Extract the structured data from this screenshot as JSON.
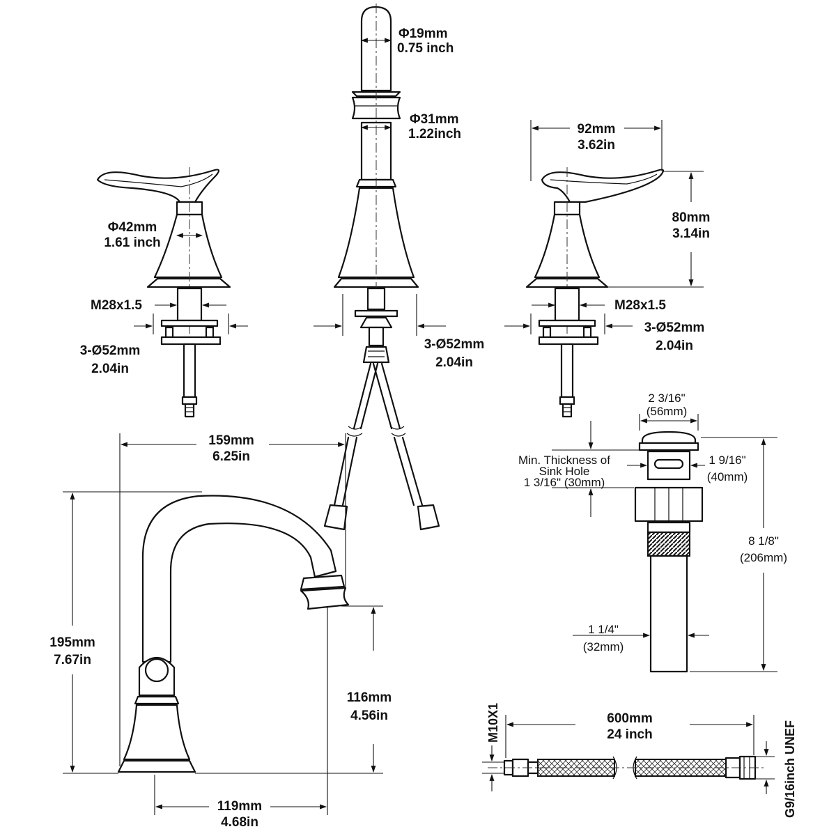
{
  "labels": {
    "spout_tip_diameter_mm": "Φ19mm",
    "spout_tip_diameter_in": "0.75 inch",
    "aerator_diameter_mm": "Φ31mm",
    "aerator_diameter_in": "1.22inch",
    "handle_width_mm": "92mm",
    "handle_width_in": "3.62in",
    "handle_height_mm": "80mm",
    "handle_height_in": "3.14in",
    "handle_base_diameter_mm": "Φ42mm",
    "handle_base_diameter_in": "1.61 inch",
    "left_thread": "M28x1.5",
    "right_thread": "M28x1.5",
    "left_hole_mm": "3-Ø52mm",
    "left_hole_in": "2.04in",
    "center_hole_mm": "3-Ø52mm",
    "center_hole_in": "2.04in",
    "right_hole_mm": "3-Ø52mm",
    "right_hole_in": "2.04in",
    "reach_mm": "159mm",
    "reach_in": "6.25in",
    "total_height_mm": "195mm",
    "total_height_in": "7.67in",
    "spout_height_mm": "116mm",
    "spout_height_in": "4.56in",
    "spout_reach_mm": "119mm",
    "spout_reach_in": "4.68in",
    "drain_cap_in": "2 3/16\"",
    "drain_cap_mm": "(56mm)",
    "sink_thickness_line1": "Min. Thickness of",
    "sink_thickness_line2": "Sink Hole",
    "sink_thickness_line3": "1 3/16\" (30mm)",
    "drain_body_in": "1 9/16\"",
    "drain_body_mm": "(40mm)",
    "drain_height_in": "8 1/8\"",
    "drain_height_mm": "(206mm)",
    "tail_in": "1 1/4\"",
    "tail_mm": "(32mm)",
    "hose_length_mm": "600mm",
    "hose_length_in": "24 inch",
    "hose_thread_left": "M10X1",
    "hose_thread_right": "G9/16inch UNEF"
  }
}
